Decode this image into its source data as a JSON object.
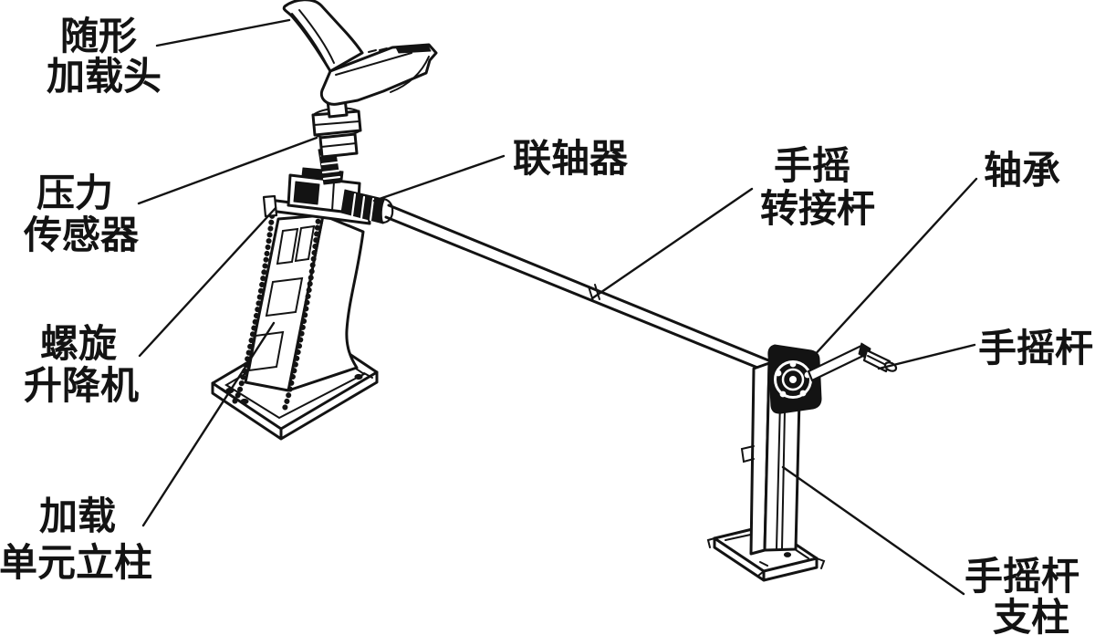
{
  "figure": {
    "type": "technical-line-diagram",
    "description_domain": "mechanical loading test rig isometric drawing",
    "background_color": "#ffffff",
    "ink_color": "#131313",
    "labels": {
      "loading_head": {
        "line1": "随形",
        "line2": "加载头"
      },
      "pressure_sensor": {
        "line1": "压力",
        "line2": "传感器"
      },
      "screw_jack": {
        "line1": "螺旋",
        "line2": "升降机"
      },
      "loading_unit_column": {
        "line1": "加载",
        "line2": "单元立柱"
      },
      "coupling": {
        "text": "联轴器"
      },
      "hand_crank_adapter_rod": {
        "line1": "手摇",
        "line2": "转接杆"
      },
      "bearing": {
        "text": "轴承"
      },
      "hand_crank_lever": {
        "text": "手摇杆"
      },
      "hand_crank_column": {
        "line1": "手摇杆",
        "line2": "支柱"
      }
    }
  }
}
